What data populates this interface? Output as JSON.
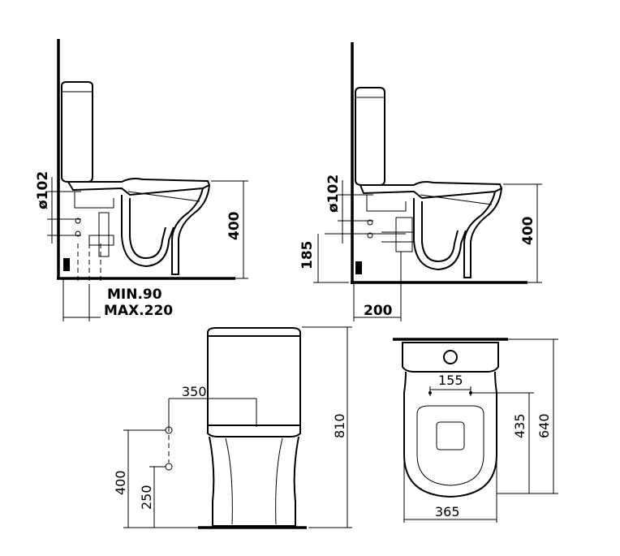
{
  "side_view_a": {
    "pipe_diameter": "ø102",
    "height": "400",
    "offset_min": "MIN.90",
    "offset_max": "MAX.220"
  },
  "side_view_b": {
    "pipe_diameter": "ø102",
    "height": "400",
    "outlet_height": "185",
    "wall_distance": "200"
  },
  "front_view": {
    "inlet_offset": "350",
    "total_height": "810",
    "inlet_height_upper": "400",
    "inlet_height_lower": "250"
  },
  "top_view": {
    "fixing_span": "155",
    "fixing_depth": "435",
    "total_depth": "640",
    "width": "365"
  }
}
